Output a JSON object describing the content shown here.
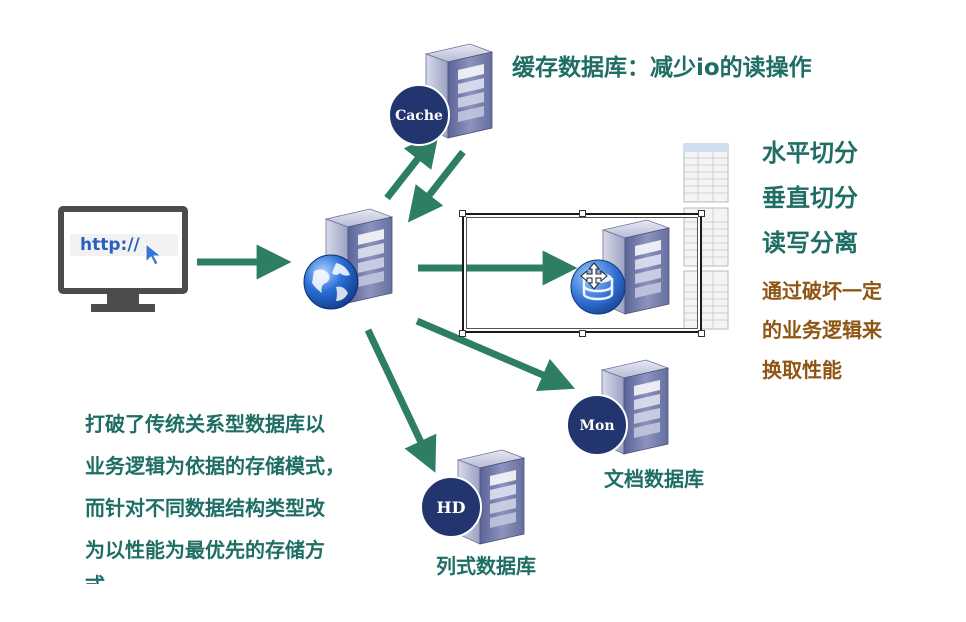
{
  "cache_badge": "Cache",
  "cache_caption": "缓存数据库：减少io的读操作",
  "http_text": "http://",
  "sharding_items": [
    "水平切分",
    "垂直切分",
    "读写分离"
  ],
  "tradeoff_note_lines": [
    "通过破坏一定",
    "的业务逻辑来",
    "换取性能"
  ],
  "document_db_badge": "Mon",
  "document_db_caption": "文档数据库",
  "column_db_badge": "HD",
  "column_db_caption": "列式数据库",
  "nosql_description_lines": [
    "打破了传统关系型数据库以",
    "业务逻辑为依据的存储模式，",
    "而针对不同数据结构类型改",
    "为以性能为最优先的存储方",
    "式"
  ],
  "colors": {
    "arrow": "#2e7d65",
    "teal_text": "#1e6e65",
    "brown_text": "#8f5514",
    "badge": "#22356e",
    "server_body": "#7f87b0"
  },
  "icons": [
    "monitor-icon",
    "cursor-icon",
    "server-icon",
    "globe-icon",
    "database-stack-icon",
    "spreadsheet-icon",
    "move-cursor-icon"
  ]
}
